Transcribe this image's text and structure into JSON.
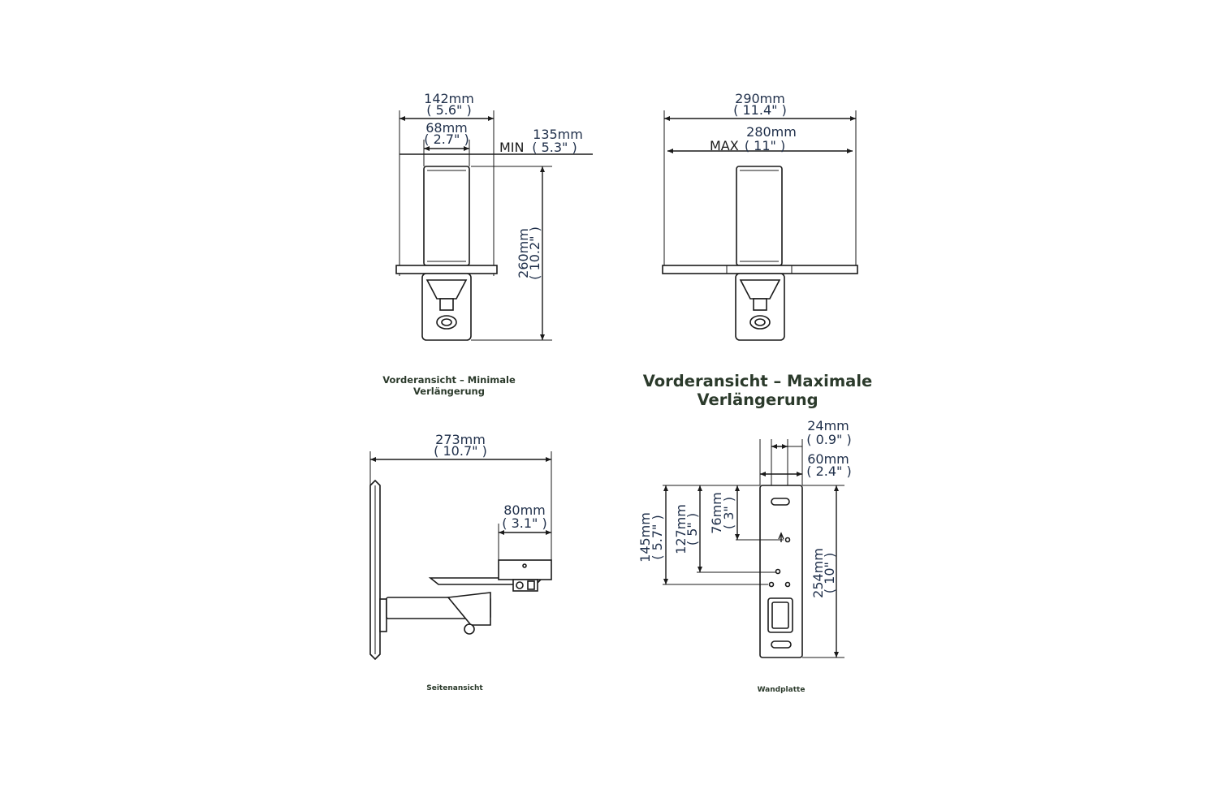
{
  "captions": {
    "front_min": "Vorderansicht – Minimale Verlängerung",
    "front_max": "Vorderansicht – Maximale Verlängerung",
    "side": "Seitenansicht",
    "wall_plate": "Wandplatte"
  },
  "front_min": {
    "width_mm": "142mm",
    "width_in": "( 5.6\" )",
    "inner_mm": "68mm",
    "inner_in": "( 2.7\" )",
    "min_label": "MIN",
    "min_mm": "135mm",
    "min_in": "( 5.3\" )",
    "height_mm": "260mm",
    "height_in": "( 10.2\" )"
  },
  "front_max": {
    "width_mm": "290mm",
    "width_in": "( 11.4\" )",
    "max_label": "MAX",
    "max_mm": "280mm",
    "max_in": "( 11\" )"
  },
  "side": {
    "depth_mm": "273mm",
    "depth_in": "( 10.7\" )",
    "shelf_mm": "80mm",
    "shelf_in": "( 3.1\" )"
  },
  "wall_plate": {
    "slot_mm": "24mm",
    "slot_in": "( 0.9\" )",
    "width_mm": "60mm",
    "width_in": "( 2.4\" )",
    "h145_mm": "145mm",
    "h145_in": "( 5.7\" )",
    "h127_mm": "127mm",
    "h127_in": "( 5\" )",
    "h76_mm": "76mm",
    "h76_in": "( 3\" )",
    "h254_mm": "254mm",
    "h254_in": "( 10\" )"
  }
}
